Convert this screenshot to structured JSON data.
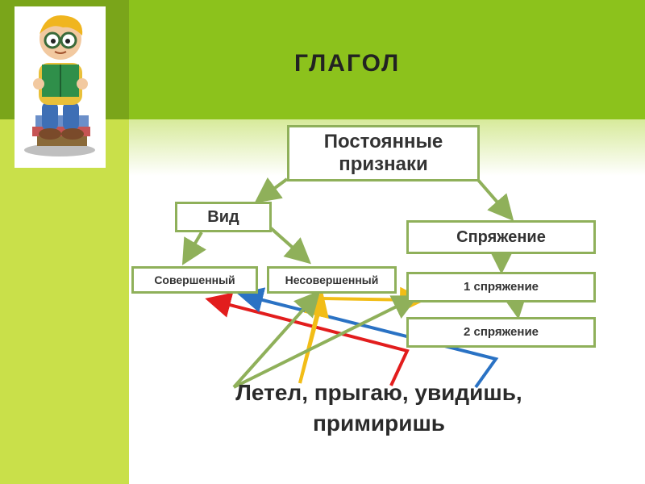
{
  "title": "ГЛАГОЛ",
  "nodes": {
    "main": "Постоянные признаки",
    "vid": "Вид",
    "perfect": "Совершенный",
    "imperfect": "Несовершенный",
    "conjugation": "Спряжение",
    "conj1": "1 спряжение",
    "conj2": "2 спряжение"
  },
  "words": {
    "line1": "Летел, прыгаю, увидишь,",
    "line2": "примиришь"
  },
  "colors": {
    "tree_arrow": "#8fb05a",
    "red": "#e21d1d",
    "blue": "#2a72c4",
    "yellow": "#f2bd17",
    "green": "#8fb05a"
  },
  "illustration": "boy-reading-book-icon"
}
